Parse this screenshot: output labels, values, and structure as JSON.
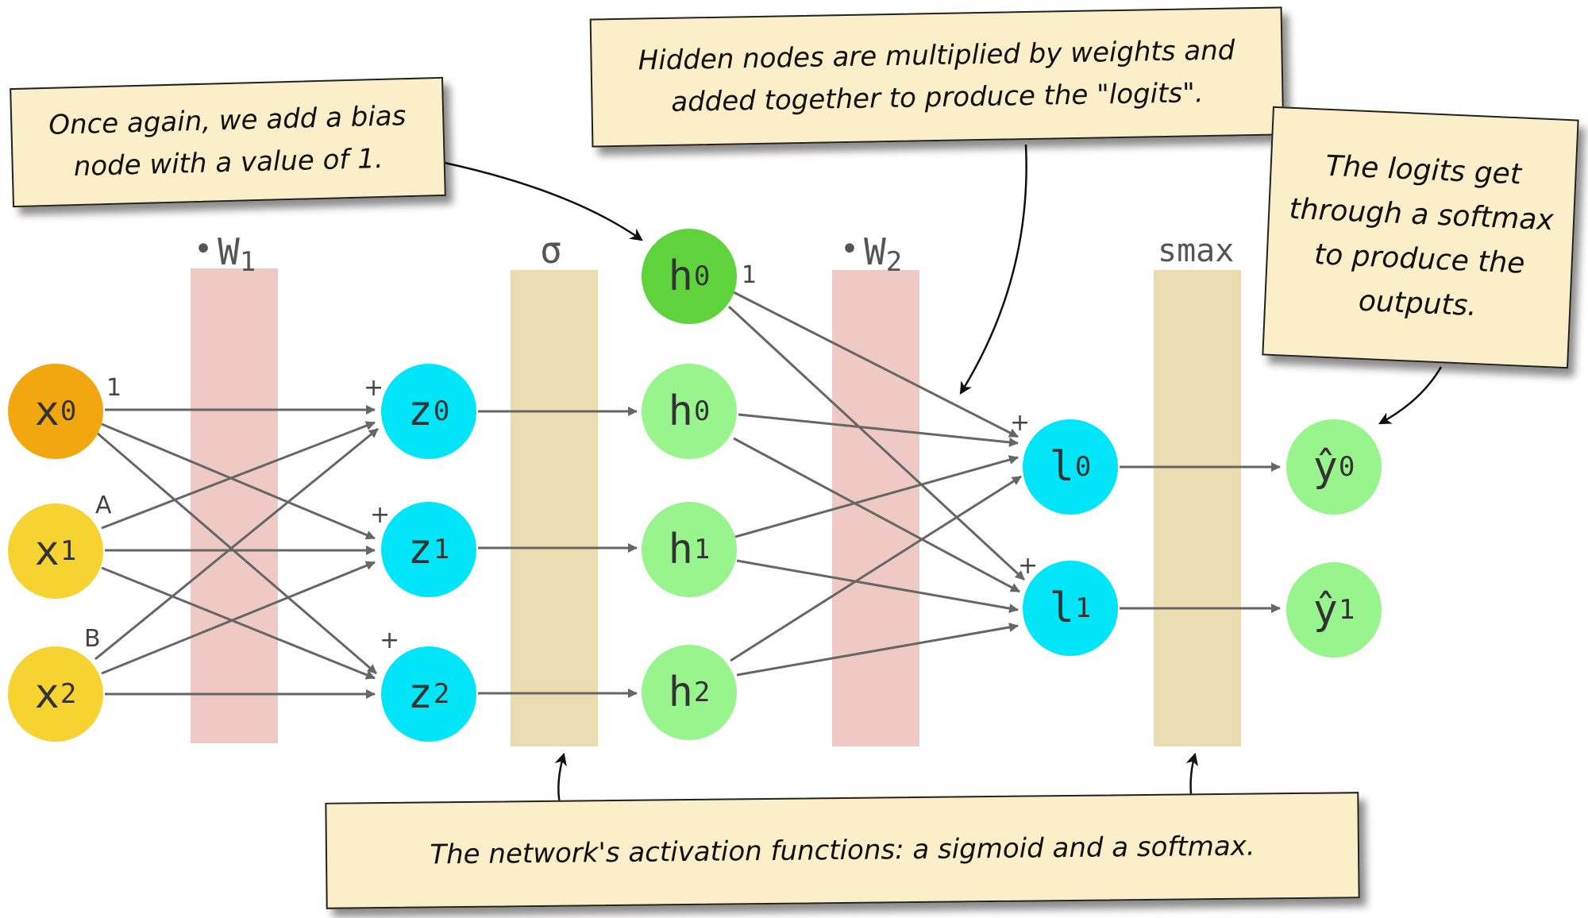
{
  "layers": {
    "w1": {
      "dot": "•",
      "symbol": "W",
      "subscript": "1"
    },
    "sigma": {
      "symbol": "σ"
    },
    "w2": {
      "dot": "•",
      "symbol": "W",
      "subscript": "2"
    },
    "smax": {
      "symbol": "smax"
    }
  },
  "nodes": {
    "x0": {
      "symbol": "x",
      "subscript": "0"
    },
    "x1": {
      "symbol": "x",
      "subscript": "1"
    },
    "x2": {
      "symbol": "x",
      "subscript": "2"
    },
    "z0": {
      "symbol": "z",
      "subscript": "0"
    },
    "z1": {
      "symbol": "z",
      "subscript": "1"
    },
    "z2": {
      "symbol": "z",
      "subscript": "2"
    },
    "h_bias": {
      "symbol": "h",
      "subscript": "0"
    },
    "h0": {
      "symbol": "h",
      "subscript": "0"
    },
    "h1": {
      "symbol": "h",
      "subscript": "1"
    },
    "h2": {
      "symbol": "h",
      "subscript": "2"
    },
    "l0": {
      "symbol": "l",
      "subscript": "0"
    },
    "l1": {
      "symbol": "l",
      "subscript": "1"
    },
    "y0": {
      "symbol": "ŷ",
      "subscript": "0"
    },
    "y1": {
      "symbol": "ŷ",
      "subscript": "1"
    }
  },
  "labels": {
    "x0_value": "1",
    "x1_label": "A",
    "x2_label": "B",
    "h_bias_value": "1",
    "plus": "+"
  },
  "notes": {
    "bias": "Once again, we add a bias node with a value of 1.",
    "logits": "Hidden nodes are multiplied by weights and added together to produce the \"logits\".",
    "softmax": "The logits get through a softmax to produce the outputs.",
    "activation": "The network's activation functions: a sigmoid and a softmax."
  },
  "colors": {
    "weight_band": "#efc9c4",
    "activation_band": "#eadcae",
    "input_bias": "#f2a711",
    "input": "#f6d331",
    "z_logit": "#00e5f7",
    "hidden": "#98f48d",
    "hidden_bias": "#5fd33b",
    "edge": "#666666",
    "note_bg": "#fbefc9"
  }
}
